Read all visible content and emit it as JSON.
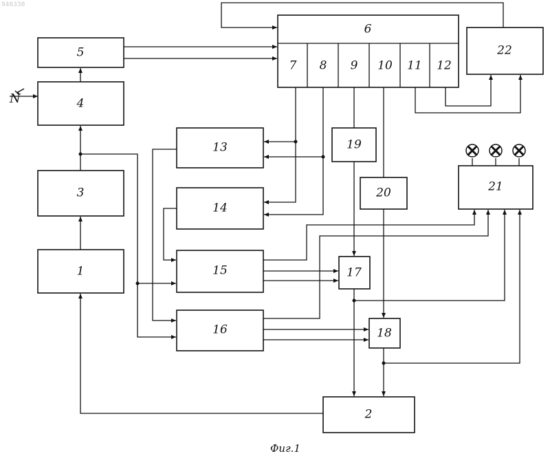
{
  "watermark": "946338",
  "caption": "Фиг.1",
  "input_symbol": "N",
  "blocks": [
    {
      "id": "1",
      "label": "1"
    },
    {
      "id": "2",
      "label": "2"
    },
    {
      "id": "3",
      "label": "3"
    },
    {
      "id": "4",
      "label": "4"
    },
    {
      "id": "5",
      "label": "5"
    },
    {
      "id": "6",
      "label": "6"
    },
    {
      "id": "7",
      "label": "7"
    },
    {
      "id": "8",
      "label": "8"
    },
    {
      "id": "9",
      "label": "9"
    },
    {
      "id": "10",
      "label": "10"
    },
    {
      "id": "11",
      "label": "11"
    },
    {
      "id": "12",
      "label": "12"
    },
    {
      "id": "13",
      "label": "13"
    },
    {
      "id": "14",
      "label": "14"
    },
    {
      "id": "15",
      "label": "15"
    },
    {
      "id": "16",
      "label": "16"
    },
    {
      "id": "17",
      "label": "17"
    },
    {
      "id": "18",
      "label": "18"
    },
    {
      "id": "19",
      "label": "19"
    },
    {
      "id": "20",
      "label": "20"
    },
    {
      "id": "21",
      "label": "21"
    },
    {
      "id": "22",
      "label": "22"
    }
  ]
}
